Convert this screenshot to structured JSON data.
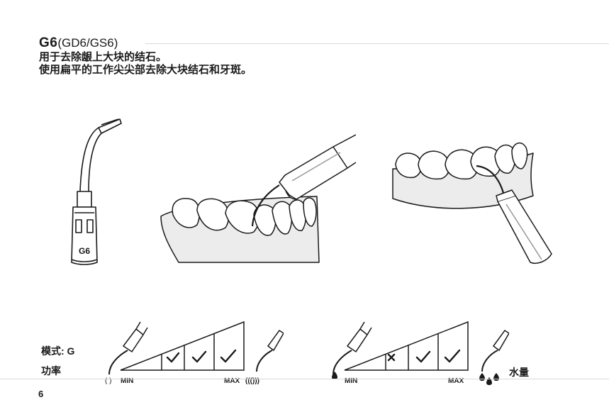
{
  "header": {
    "code": "G6",
    "subtitle": "(GD6/GS6)",
    "line1": "用于去除龈上大块的结石。",
    "line2": "使用扁平的工作尖尖部去除大块结石和牙斑。"
  },
  "tip_label": "G6",
  "settings": {
    "mode_label": "模式: G",
    "power_label": "功率",
    "water_label": "水量",
    "min_label": "MIN",
    "max_label": "MAX",
    "power_scale": {
      "levels": [
        "check",
        "check",
        "check"
      ]
    },
    "water_scale": {
      "levels": [
        "cross",
        "check",
        "check"
      ]
    }
  },
  "page_number": "6"
}
